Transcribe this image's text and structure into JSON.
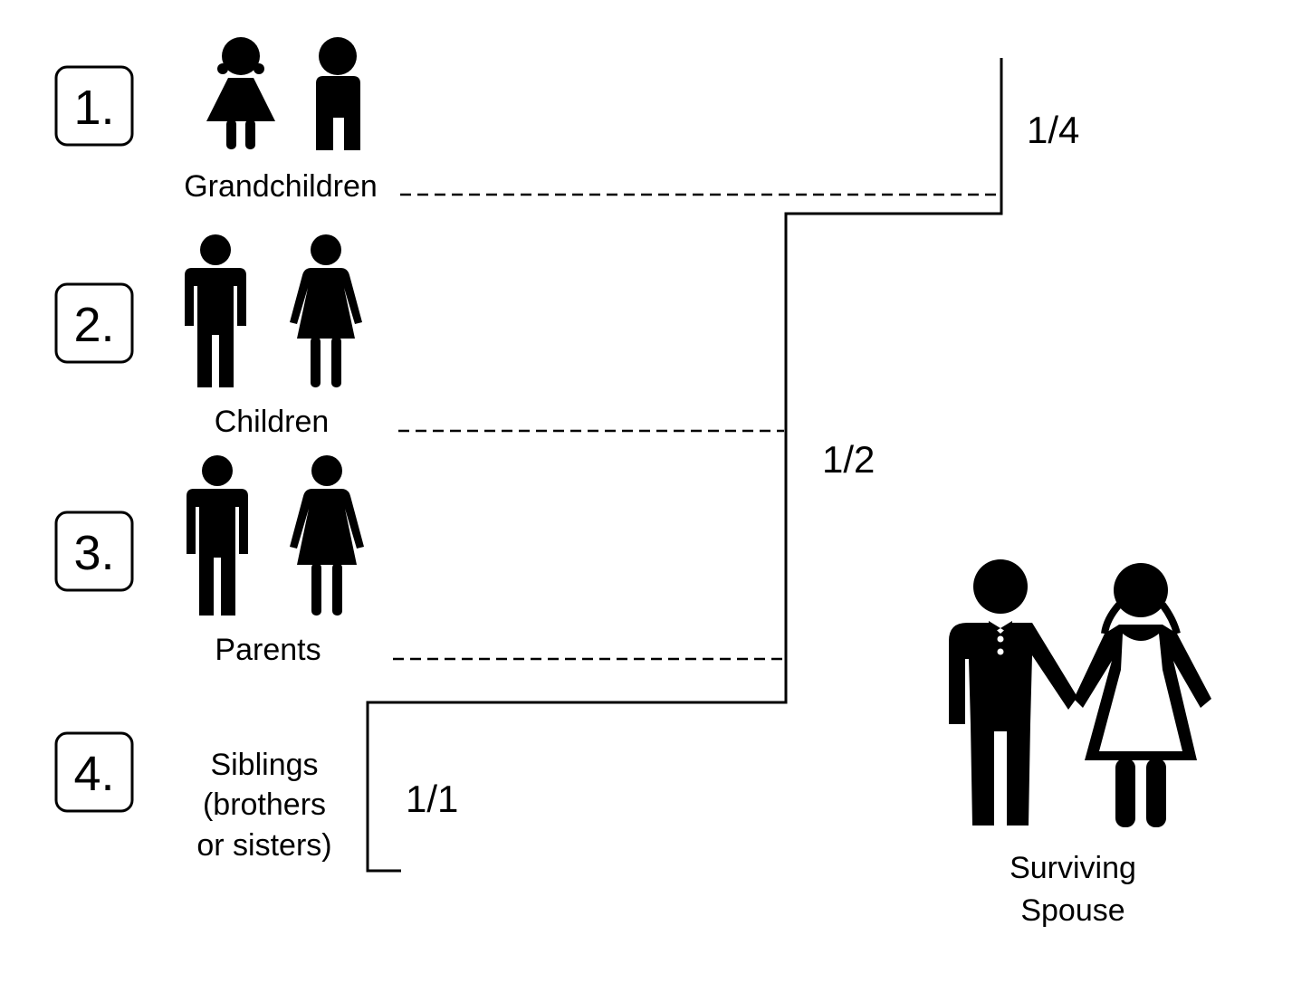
{
  "rows": [
    {
      "number": "1.",
      "label": "Grandchildren"
    },
    {
      "number": "2.",
      "label": "Children"
    },
    {
      "number": "3.",
      "label": "Parents"
    },
    {
      "number": "4.",
      "label_lines": [
        "Siblings",
        "(brothers",
        "or sisters)"
      ]
    }
  ],
  "fractions": {
    "grandchildren": "1/4",
    "children_parents": "1/2",
    "siblings": "1/1"
  },
  "spouse": {
    "label_lines": [
      "Surviving",
      "Spouse"
    ]
  },
  "icons": {
    "grandchildren": [
      "girl-icon",
      "boy-icon"
    ],
    "children": [
      "man-icon",
      "woman-icon"
    ],
    "parents": [
      "man-icon",
      "woman-icon"
    ],
    "spouse": "bride-and-groom-icon"
  }
}
